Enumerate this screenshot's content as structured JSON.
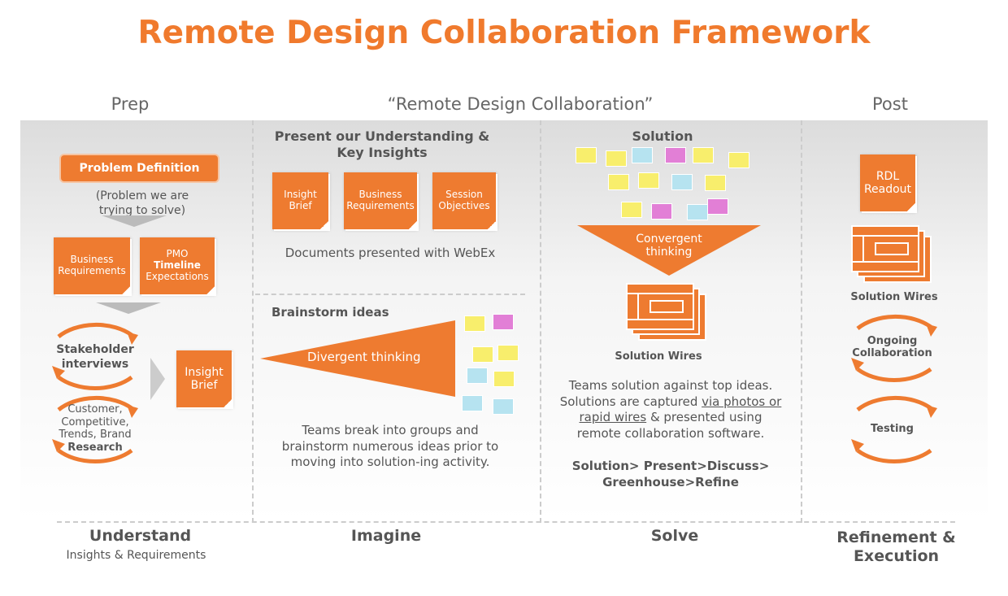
{
  "title": "Remote Design Collaboration Framework",
  "phases": {
    "prep": "Prep",
    "remote": "“Remote Design Collaboration”",
    "post": "Post"
  },
  "understand": {
    "problem_definition": "Problem Definition",
    "problem_note_1": "(Problem we are",
    "problem_note_2": "trying to solve)",
    "business_req_1": "Business",
    "business_req_2": "Requirements",
    "pmo_1": "PMO",
    "pmo_2": "Timeline",
    "pmo_3": "Expectations",
    "stakeholder_1": "Stakeholder",
    "stakeholder_2": "interviews",
    "research_1": "Customer,",
    "research_2": "Competitive,",
    "research_3": "Trends, Brand",
    "research_4": "Research",
    "insight_1": "Insight",
    "insight_2": "Brief"
  },
  "imagine": {
    "present_heading_1": "Present our Understanding &",
    "present_heading_2": "Key Insights",
    "docs": [
      {
        "l1": "Insight",
        "l2": "Brief"
      },
      {
        "l1": "Business",
        "l2": "Requirements"
      },
      {
        "l1": "Session",
        "l2": "Objectives"
      }
    ],
    "webex": "Documents presented with WebEx",
    "brainstorm_heading": "Brainstorm ideas",
    "divergent": "Divergent thinking",
    "desc_1": "Teams break into groups and",
    "desc_2": "brainstorm numerous ideas prior to",
    "desc_3": "moving into solution-ing activity."
  },
  "solve": {
    "heading": "Solution",
    "convergent_1": "Convergent",
    "convergent_2": "thinking",
    "wires_label": "Solution Wires",
    "desc_1": "Teams solution against top ideas.",
    "desc_2a": "Solutions are captured ",
    "desc_2b": "via photos or",
    "desc_3a": "rapid wires",
    "desc_3b": " & presented using",
    "desc_4": "remote collaboration software.",
    "flow_1": "Solution> Present>Discuss>",
    "flow_2": "Greenhouse>Refine"
  },
  "post": {
    "rdl_1": "RDL",
    "rdl_2": "Readout",
    "wires_label": "Solution Wires",
    "ongoing_1": "Ongoing",
    "ongoing_2": "Collaboration",
    "testing": "Testing"
  },
  "footer": {
    "understand": "Understand",
    "understand_sub": "Insights & Requirements",
    "imagine": "Imagine",
    "solve": "Solve",
    "refine_1": "Refinement &",
    "refine_2": "Execution"
  },
  "colors": {
    "orange": "#EE7B30",
    "title": "#F07A2D",
    "yellow": "#F8EE6C",
    "blue": "#B6E3F0",
    "pink": "#E27FD6"
  }
}
